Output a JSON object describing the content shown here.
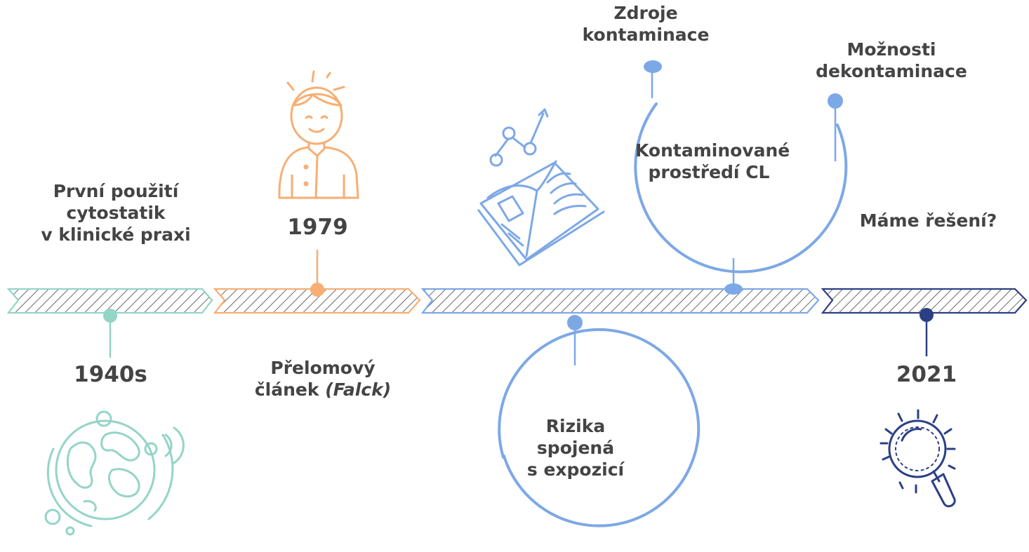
{
  "colors": {
    "teal": "#93D5C6",
    "orange": "#F8AE73",
    "blue": "#7DA8E6",
    "navy": "#2C3F86",
    "text": "#444444"
  },
  "segments": [
    {
      "color": "teal"
    },
    {
      "color": "orange"
    },
    {
      "color": "blue"
    },
    {
      "color": "navy"
    }
  ],
  "milestones": {
    "m1940": {
      "year": "1940s",
      "title_lines": [
        "První použití",
        "cytostatik",
        "v klinické praxi"
      ],
      "icon": "globe-icon"
    },
    "m1979": {
      "year": "1979",
      "desc_line1": "Přelomový",
      "desc_line2_pre": "článek ",
      "desc_line2_italic": "(Falck)",
      "icon": "person-icon"
    },
    "risks": {
      "lines": [
        "Rizika",
        "spojená",
        "s expozicí"
      ],
      "icon": "book-icon"
    },
    "contaminated": {
      "lines": [
        "Kontaminované",
        "prostředí CL"
      ]
    },
    "sources": {
      "lines": [
        "Zdroje",
        "kontaminace"
      ]
    },
    "decon": {
      "lines": [
        "Možnosti",
        "dekontaminace"
      ]
    },
    "m2021": {
      "year": "2021",
      "question": "Máme řešení?",
      "icon": "magnifier-icon"
    }
  }
}
